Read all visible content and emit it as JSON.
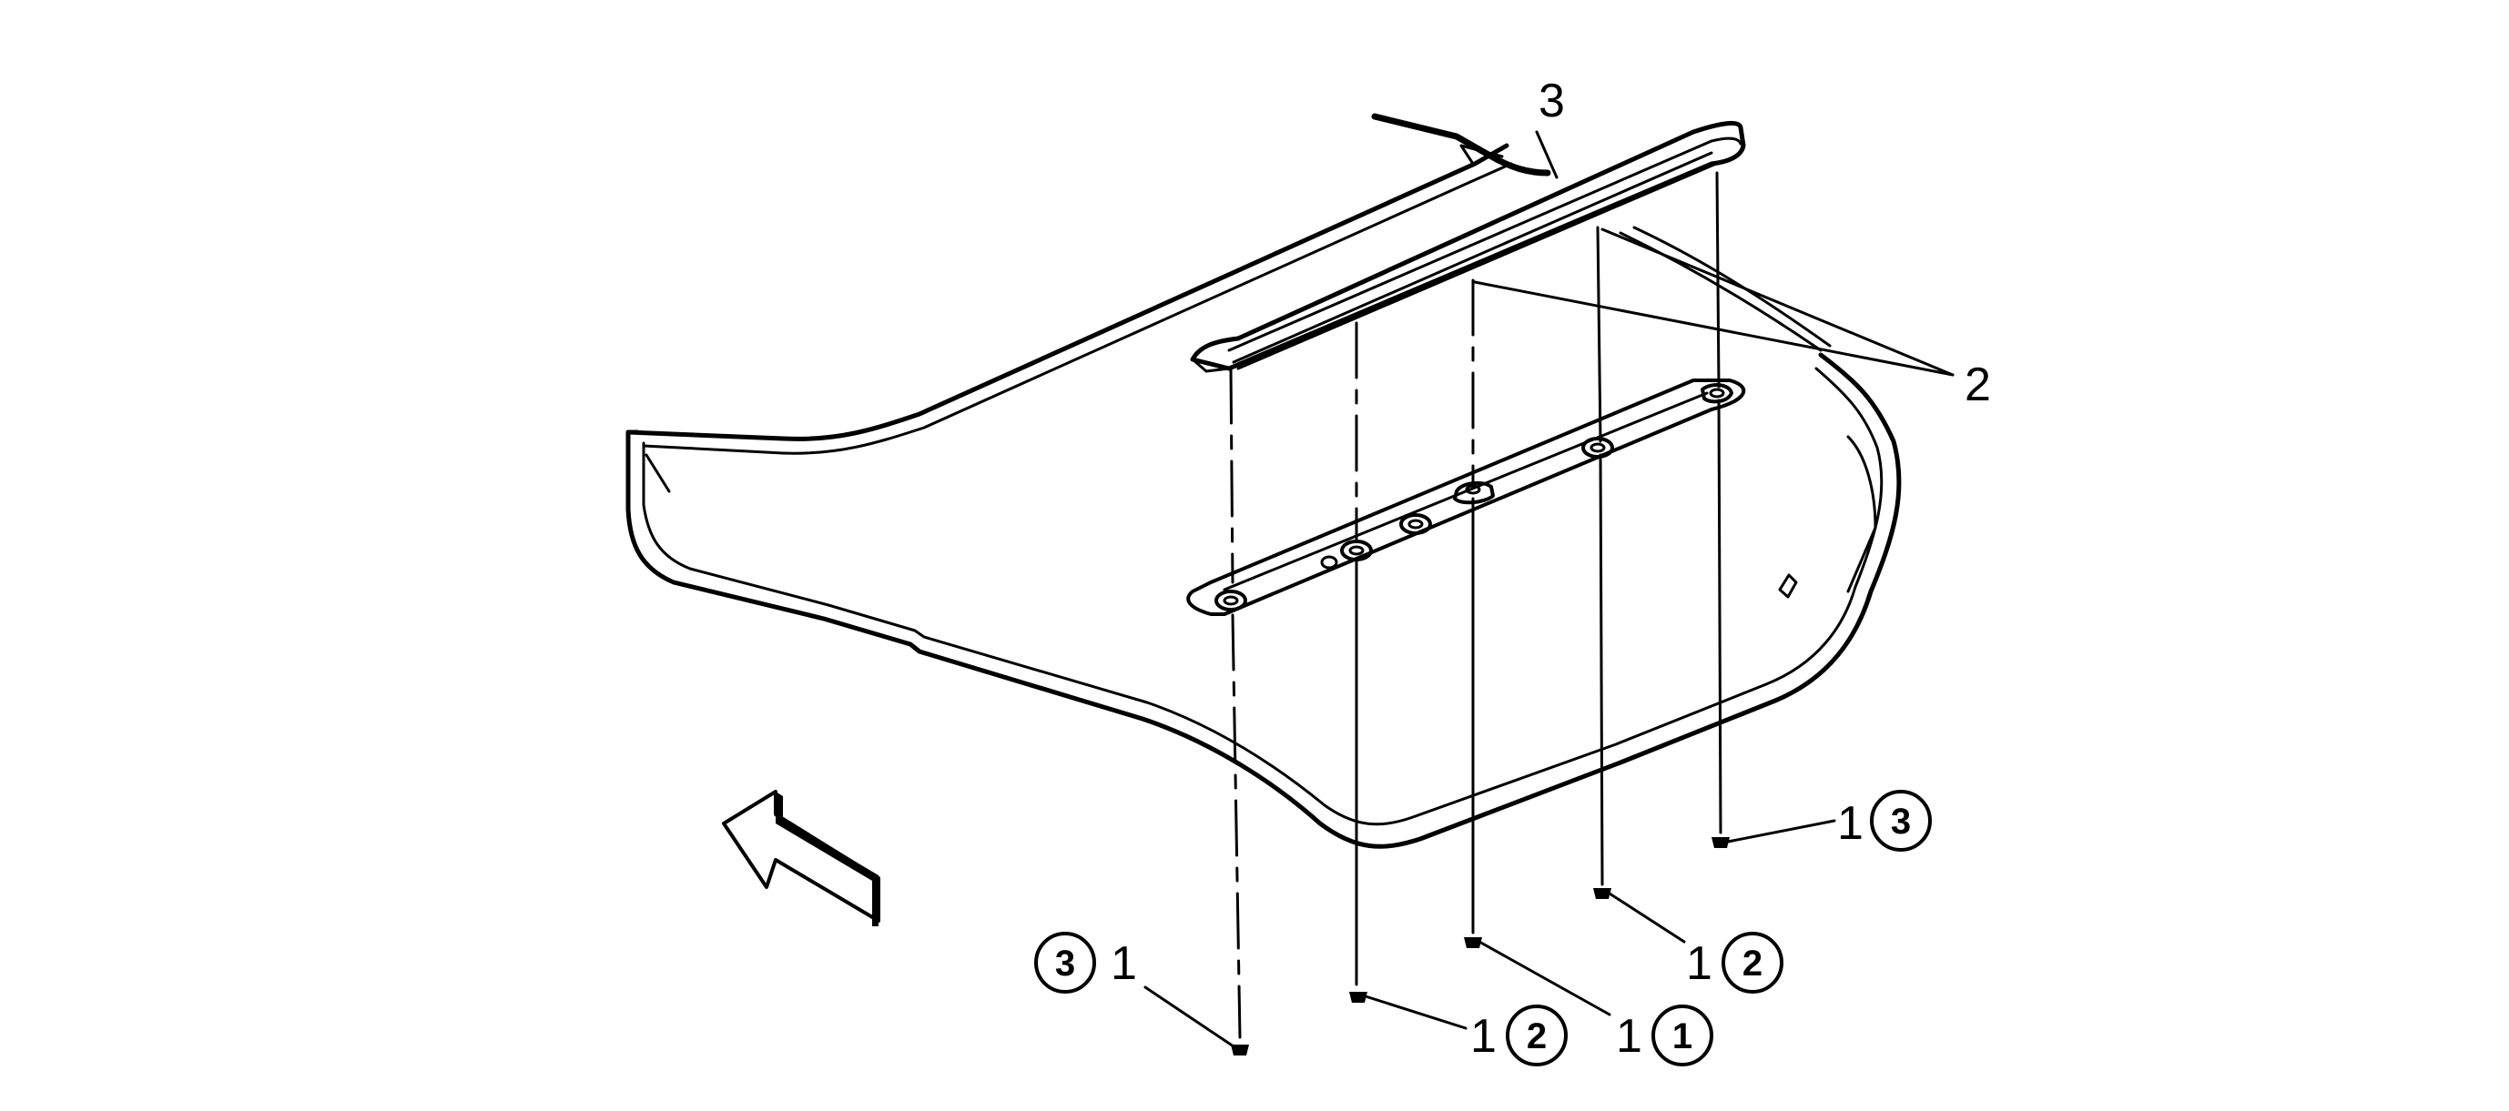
{
  "diagram": {
    "labels": {
      "spoiler": "3",
      "bracket": "2",
      "fastener": "1"
    },
    "callouts": [
      {
        "number": "1",
        "sequence": "3"
      },
      {
        "number": "1",
        "sequence": "2"
      },
      {
        "number": "1",
        "sequence": "1"
      },
      {
        "number": "1",
        "sequence": "2"
      },
      {
        "number": "1",
        "sequence": "3"
      }
    ]
  }
}
